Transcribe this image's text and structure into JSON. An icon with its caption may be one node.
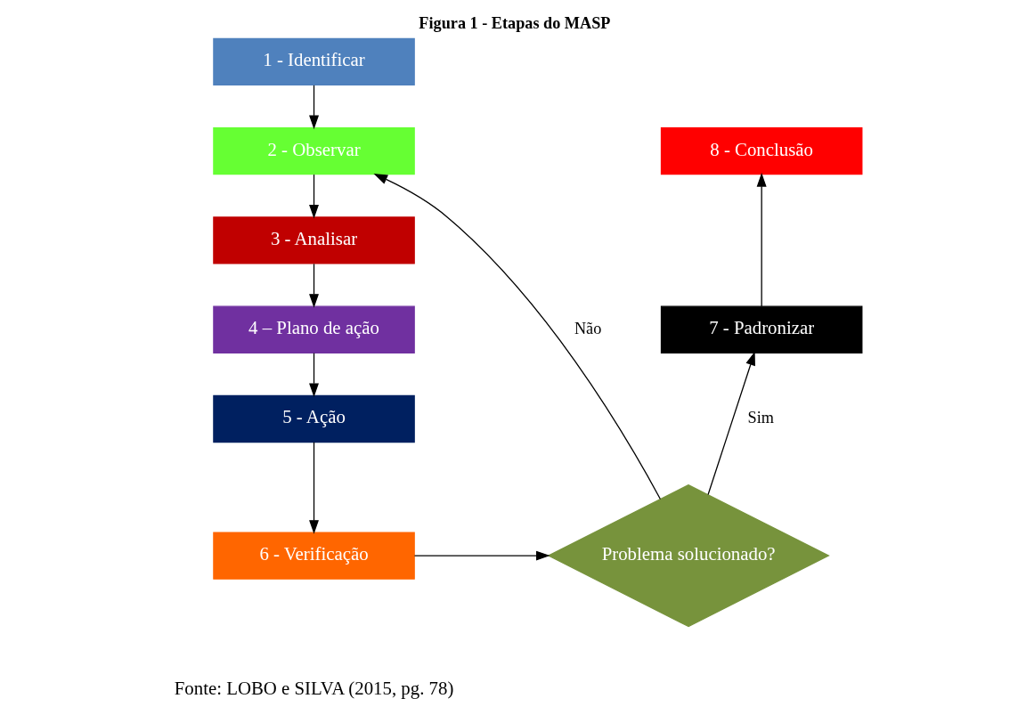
{
  "diagram": {
    "title": "Figura 1 - Etapas do MASP",
    "caption": "Fonte: LOBO e SILVA (2015, pg. 78)",
    "nodes": [
      {
        "text": [
          "1 - Identificar"
        ]
      },
      {
        "text": [
          "2 - Observar"
        ]
      },
      {
        "text": [
          "3 - Analisar"
        ]
      },
      {
        "text": [
          "4 – Plano de ação"
        ]
      },
      {
        "text": [
          "5 - Ação"
        ]
      },
      {
        "text": [
          "6 - Verificação"
        ]
      },
      {
        "text": [
          "Problema solucionado?"
        ]
      },
      {
        "text": [
          "7 - Padronizar"
        ]
      },
      {
        "text": [
          "8 - Conclusão"
        ]
      }
    ],
    "edges": [
      {
        "from": 0,
        "to": 1,
        "arrow": "to"
      },
      {
        "from": 1,
        "to": 2,
        "arrow": "to"
      },
      {
        "from": 2,
        "to": 3,
        "arrow": "to"
      },
      {
        "from": 3,
        "to": 4,
        "arrow": "to"
      },
      {
        "from": 4,
        "to": 5,
        "arrow": "to"
      },
      {
        "from": 5,
        "to": 6,
        "arrow": "to"
      },
      {
        "from": 6,
        "to": 1,
        "arrow": "to",
        "label": "Não"
      },
      {
        "from": 6,
        "to": 7,
        "arrow": "to",
        "label": "Sim"
      },
      {
        "from": 7,
        "to": 8,
        "arrow": "to"
      }
    ]
  }
}
